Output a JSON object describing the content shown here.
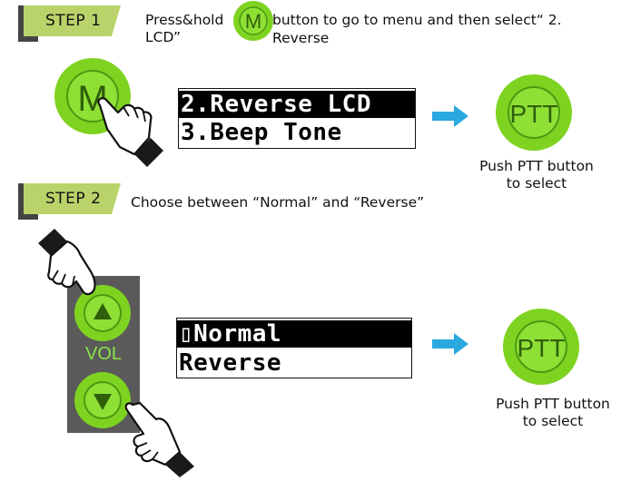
{
  "step1": {
    "label": "STEP 1",
    "instruction_prefix": "Press&hold",
    "instruction_suffix_line1": "button to go to menu and then select“ 2. Reverse",
    "instruction_line2": "LCD”",
    "menu_button_letter": "M",
    "lcd": {
      "row1": "2.Reverse LCD",
      "row2": "3.Beep Tone"
    },
    "ptt_label": "PTT",
    "caption_line1": "Push PTT button",
    "caption_line2": "to select"
  },
  "step2": {
    "label": "STEP 2",
    "instruction": "Choose between “Normal” and “Reverse”",
    "vol_label": "VOL",
    "lcd": {
      "row1": "▯Normal",
      "row2": " Reverse"
    },
    "ptt_label": "PTT",
    "caption_line1": "Push PTT button",
    "caption_line2": "to select"
  },
  "colors": {
    "button_green": "#7ed321",
    "button_dark_green": "#4a9a12",
    "banner_green": "#b9d36a",
    "banner_dark": "#444444",
    "arrow_blue": "#2aa8e0"
  }
}
